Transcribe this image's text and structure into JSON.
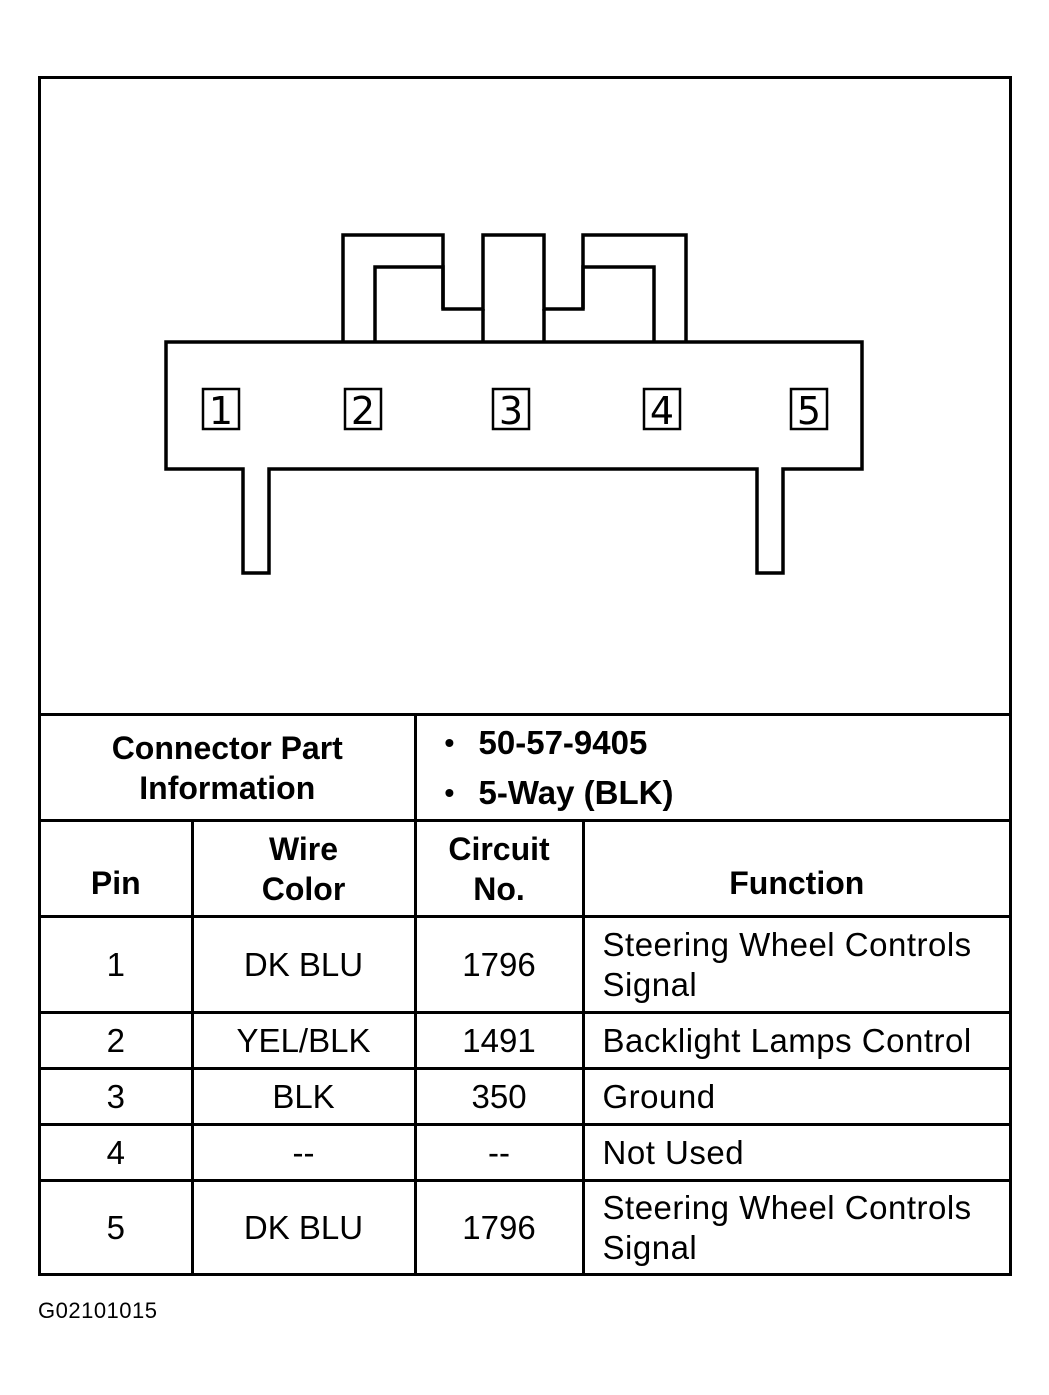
{
  "connector": {
    "pins": [
      "1",
      "2",
      "3",
      "4",
      "5"
    ]
  },
  "part_info": {
    "label_line1": "Connector Part",
    "label_line2": "Information",
    "part_number": "50-57-9405",
    "description": "5-Way (BLK)"
  },
  "table": {
    "headers": {
      "pin": "Pin",
      "wire_color_line1": "Wire",
      "wire_color_line2": "Color",
      "circuit_line1": "Circuit",
      "circuit_line2": "No.",
      "function": "Function"
    },
    "rows": [
      {
        "pin": "1",
        "wire_color": "DK BLU",
        "circuit": "1796",
        "function_line1": "Steering Wheel Controls",
        "function_line2": "Signal"
      },
      {
        "pin": "2",
        "wire_color": "YEL/BLK",
        "circuit": "1491",
        "function_line1": "Backlight Lamps Control",
        "function_line2": ""
      },
      {
        "pin": "3",
        "wire_color": "BLK",
        "circuit": "350",
        "function_line1": "Ground",
        "function_line2": ""
      },
      {
        "pin": "4",
        "wire_color": "--",
        "circuit": "--",
        "function_line1": "Not Used",
        "function_line2": ""
      },
      {
        "pin": "5",
        "wire_color": "DK BLU",
        "circuit": "1796",
        "function_line1": "Steering Wheel Controls",
        "function_line2": "Signal"
      }
    ]
  },
  "footer": {
    "figure_code": "G02101015"
  }
}
